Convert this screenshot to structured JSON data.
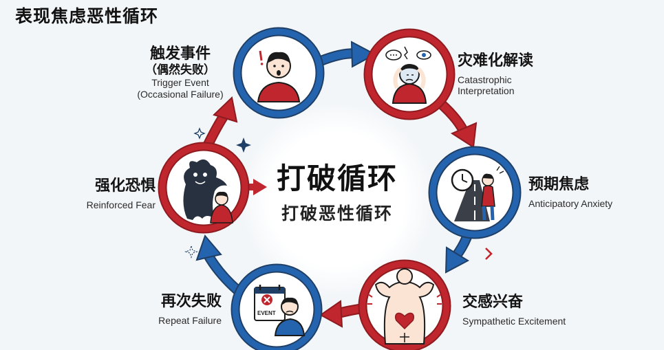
{
  "title": "表现焦虑恶性循环",
  "center": {
    "main": "打破循环",
    "sub": "打破恶性循环"
  },
  "colors": {
    "red": "#c0262d",
    "blue": "#2464ae",
    "navy": "#1f3f66"
  },
  "steps": [
    {
      "zh": "触发事件",
      "zh_sub": "（偶然失败）",
      "en": "Trigger Event",
      "en_sub": "(Occasional Failure)",
      "ring": "blue",
      "icon": "surprised-person-icon"
    },
    {
      "zh": "灾难化解读",
      "en": "Catastrophic",
      "en_sub": "Interpretation",
      "ring": "red",
      "icon": "distressed-person-icon"
    },
    {
      "zh": "预期焦虑",
      "en": "Anticipatory Anxiety",
      "ring": "blue",
      "icon": "clock-road-icon"
    },
    {
      "zh": "交感兴奋",
      "en": "Sympathetic Excitement",
      "ring": "red",
      "icon": "racing-heart-body-icon"
    },
    {
      "zh": "再次失败",
      "en": "Repeat Failure",
      "ring": "blue",
      "icon": "calendar-event-icon",
      "badge": "EVENT"
    },
    {
      "zh": "强化恐惧",
      "en": "Reinforced Fear",
      "ring": "red",
      "icon": "shadow-monster-icon"
    }
  ]
}
